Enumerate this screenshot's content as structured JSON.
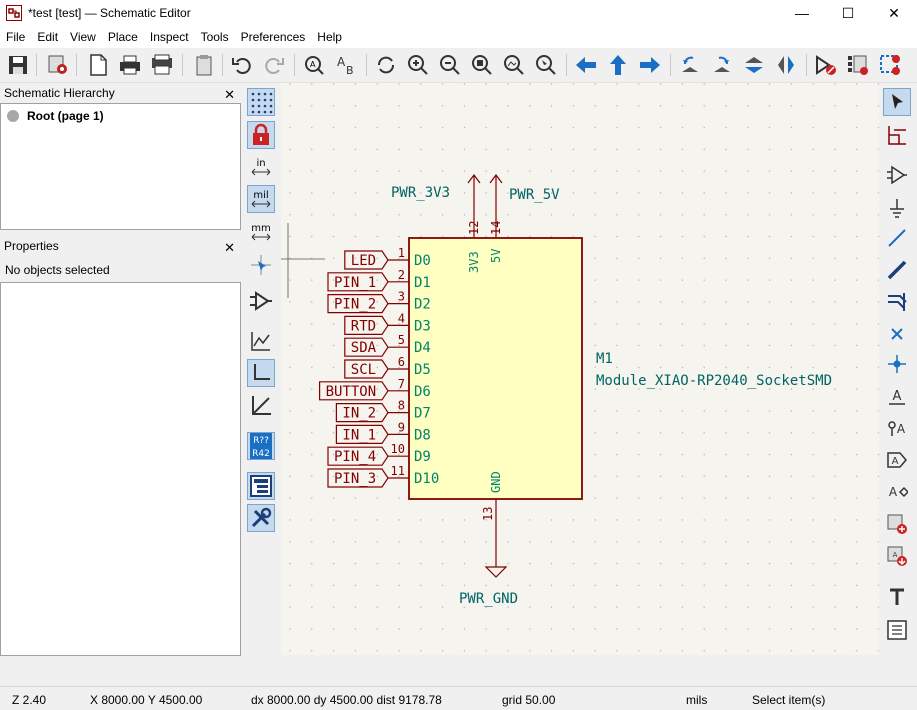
{
  "window": {
    "title": "*test [test] — Schematic Editor",
    "minimize": "—",
    "maximize": "☐",
    "close": "✕"
  },
  "menu": [
    "File",
    "Edit",
    "View",
    "Place",
    "Inspect",
    "Tools",
    "Preferences",
    "Help"
  ],
  "hierarchy": {
    "title": "Schematic Hierarchy",
    "close": "✕",
    "root": "Root (page 1)"
  },
  "properties": {
    "title": "Properties",
    "close": "✕",
    "status": "No objects selected"
  },
  "left_toolbar": {
    "units_in": "in",
    "units_mil": "mil",
    "units_mm": "mm",
    "annotate_top": "R??",
    "annotate_bottom": "R42"
  },
  "schematic": {
    "power": {
      "v33": "PWR_3V3",
      "v5": "PWR_5V",
      "gnd": "PWR_GND"
    },
    "symbol": {
      "ref": "M1",
      "value": "Module_XIAO-RP2040_SocketSMD"
    },
    "power_pins": [
      {
        "num": "12",
        "name": "3V3"
      },
      {
        "num": "14",
        "name": "5V"
      },
      {
        "num": "13",
        "name": "GND"
      }
    ],
    "pins": [
      {
        "label": "LED",
        "num": "1",
        "name": "D0"
      },
      {
        "label": "PIN_1",
        "num": "2",
        "name": "D1"
      },
      {
        "label": "PIN_2",
        "num": "3",
        "name": "D2"
      },
      {
        "label": "RTD",
        "num": "4",
        "name": "D3"
      },
      {
        "label": "SDA",
        "num": "5",
        "name": "D4"
      },
      {
        "label": "SCL",
        "num": "6",
        "name": "D5"
      },
      {
        "label": "BUTTON",
        "num": "7",
        "name": "D6"
      },
      {
        "label": "IN_2",
        "num": "8",
        "name": "D7"
      },
      {
        "label": "IN_1",
        "num": "9",
        "name": "D8"
      },
      {
        "label": "PIN_4",
        "num": "10",
        "name": "D9"
      },
      {
        "label": "PIN_3",
        "num": "11",
        "name": "D10"
      }
    ]
  },
  "status": {
    "zoom": "Z 2.40",
    "xy": "X 8000.00  Y 4500.00",
    "delta": "dx 8000.00  dy 4500.00  dist 9178.78",
    "grid": "grid 50.00",
    "units": "mils",
    "action": "Select item(s)"
  },
  "colors": {
    "wire": "#840000",
    "power_label": "#006464",
    "pin_text": "#00846f",
    "body_fill": "#ffffc2",
    "selection": "#c6daef"
  }
}
